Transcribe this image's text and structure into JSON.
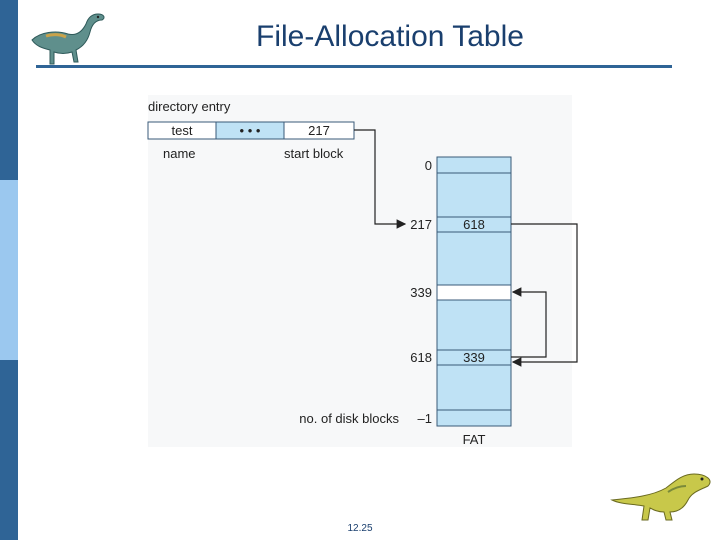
{
  "slide": {
    "title": "File-Allocation Table",
    "page_number": "12.25"
  },
  "directory": {
    "caption": "directory entry",
    "name_value": "test",
    "ellipsis": "• • •",
    "start_value": "217",
    "name_label": "name",
    "start_label": "start block"
  },
  "fat": {
    "label": "FAT",
    "row_labels": {
      "zero": "0",
      "r217": "217",
      "r339": "339",
      "r618": "618",
      "disk_blocks": "no. of disk blocks"
    },
    "entries": {
      "e217": "618",
      "e618": "339",
      "end": "–1"
    }
  },
  "colors": {
    "sidebar_dark": "#2f6496",
    "sidebar_light": "#9bc8ef",
    "title": "#1a3f6e",
    "cell_fill": "#bfe2f5",
    "cell_stroke": "#3a5a78"
  },
  "icons": [
    "dinosaur-logo-icon",
    "dinosaur-mascot-icon"
  ]
}
